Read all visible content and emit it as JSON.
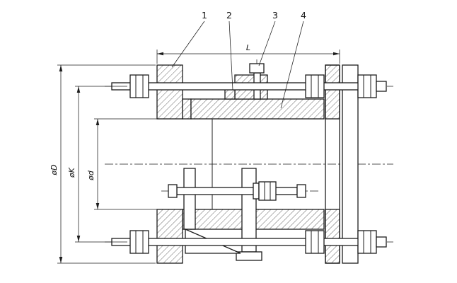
{
  "drawing": {
    "background_color": "#ffffff",
    "line_color": "#1c1c1c",
    "hatch_color": "#3a3a3a",
    "callouts": [
      {
        "label": "1"
      },
      {
        "label": "2"
      },
      {
        "label": "3"
      },
      {
        "label": "4"
      }
    ],
    "dimensions": {
      "length": {
        "label": "L"
      },
      "outer_diameter": {
        "label": "øD"
      },
      "bolt_circle_diameter": {
        "label": "øK"
      },
      "inner_diameter": {
        "label": "ød"
      }
    }
  }
}
